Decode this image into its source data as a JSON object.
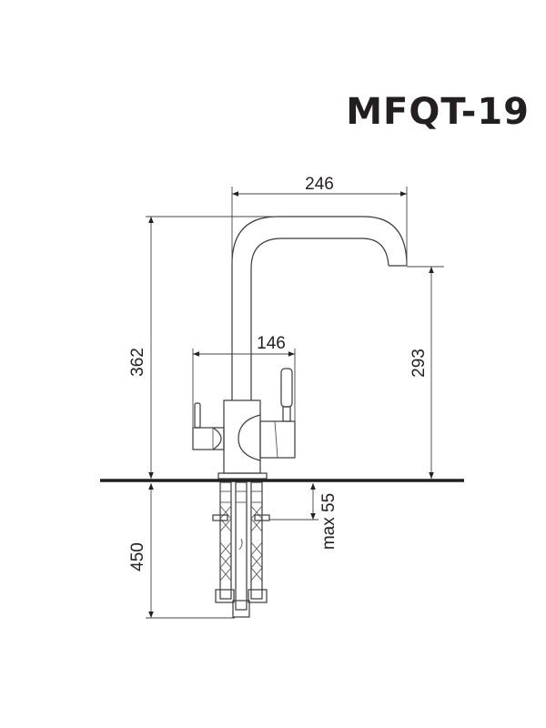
{
  "title": "MFQT-19",
  "diagram": {
    "type": "faucet technical drawing (side elevation)",
    "units": "mm",
    "dimensions": {
      "spout_reach": "246",
      "handle_span": "146",
      "total_height": "362",
      "spout_outlet_height": "293",
      "hose_length": "450",
      "max_countertop_thickness": "max 55"
    },
    "colors": {
      "line": "#3a3a3a",
      "text": "#231f20",
      "background": "#ffffff"
    }
  }
}
